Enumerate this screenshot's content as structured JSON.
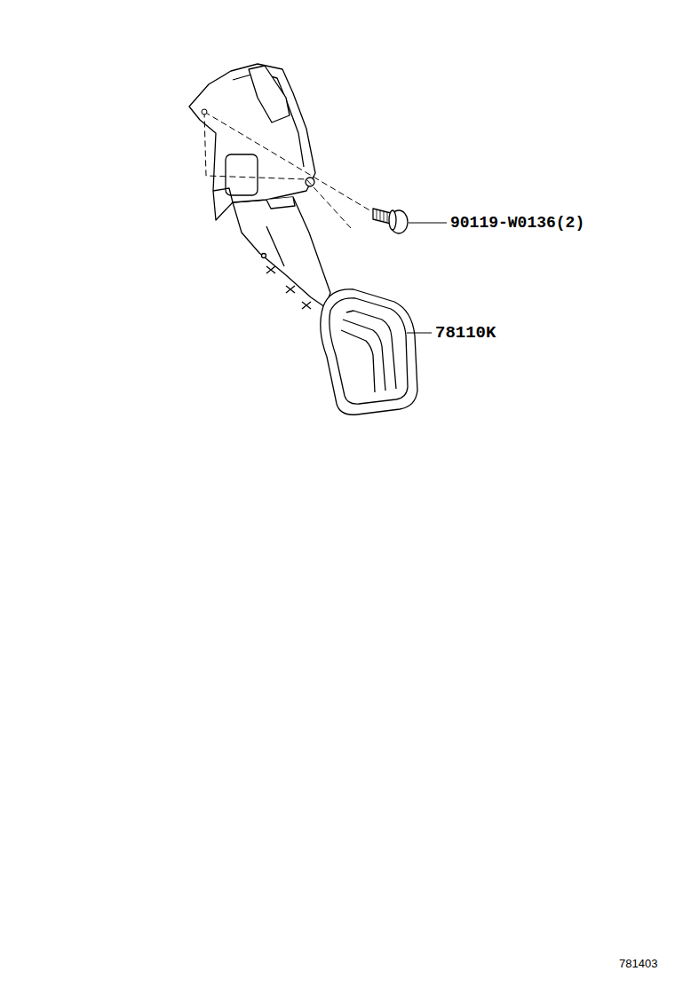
{
  "diagram": {
    "labels": [
      "90119-W0136(2)",
      "78110K",
      "781403"
    ]
  }
}
